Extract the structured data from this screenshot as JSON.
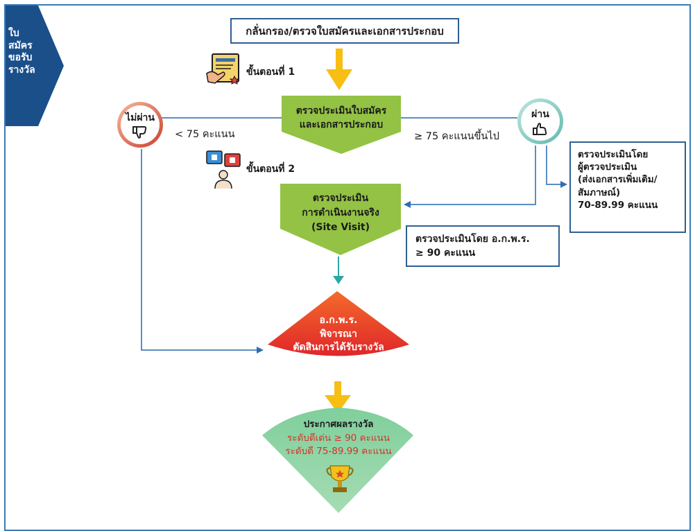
{
  "ribbon": {
    "lines": [
      "ใบ",
      "สมัคร",
      "ขอรับ",
      "รางวัล"
    ]
  },
  "top_box": {
    "text": "กลั่นกรอง/ตรวจใบสมัครและเอกสารประกอบ"
  },
  "step1": {
    "label": "ขั้นตอนที่ 1"
  },
  "step2": {
    "label": "ขั้นตอนที่ 2"
  },
  "eval_app": {
    "line1": "ตรวจประเมินใบสมัคร",
    "line2": "และเอกสารประกอบ"
  },
  "fail": {
    "label": "ไม่ผ่าน",
    "condition": "< 75 คะแนน"
  },
  "pass": {
    "label": "ผ่าน",
    "condition": "≥ 75 คะแนนขึ้นไป"
  },
  "assessor_box": {
    "line1": "ตรวจประเมินโดย",
    "line2": "ผู้ตรวจประเมิน",
    "line3": "(ส่งเอกสารเพิ่มเติม/",
    "line4": "สัมภาษณ์)",
    "line5": "70-89.99 คะแนน"
  },
  "site_visit": {
    "line1": "ตรวจประเมิน",
    "line2": "การดำเนินงานจริง",
    "line3": "(Site Visit)"
  },
  "committee_box": {
    "line1": "ตรวจประเมินโดย อ.ก.พ.ร.",
    "line2": "≥ 90 คะแนน"
  },
  "decision": {
    "line1": "อ.ก.พ.ร.",
    "line2": "พิจารณา",
    "line3": "ตัดสินการได้รับรางวัล"
  },
  "announce": {
    "line1": "ประกาศผลรางวัล",
    "line2": "ระดับดีเด่น ≥ 90 คะแนน",
    "line3": "ระดับดี 75-89.99 คะแนน"
  },
  "colors": {
    "green": "#93c244",
    "blue": "#2d5f93",
    "ribbon": "#1b4f8a",
    "yellow": "#f7be13",
    "red": "#e8392a",
    "teal": "#8fd3a4",
    "score_red": "#d6312a"
  },
  "icons": [
    "document-hand-icon",
    "feedback-people-icon",
    "thumbs-down-icon",
    "thumbs-up-icon",
    "trophy-icon"
  ]
}
